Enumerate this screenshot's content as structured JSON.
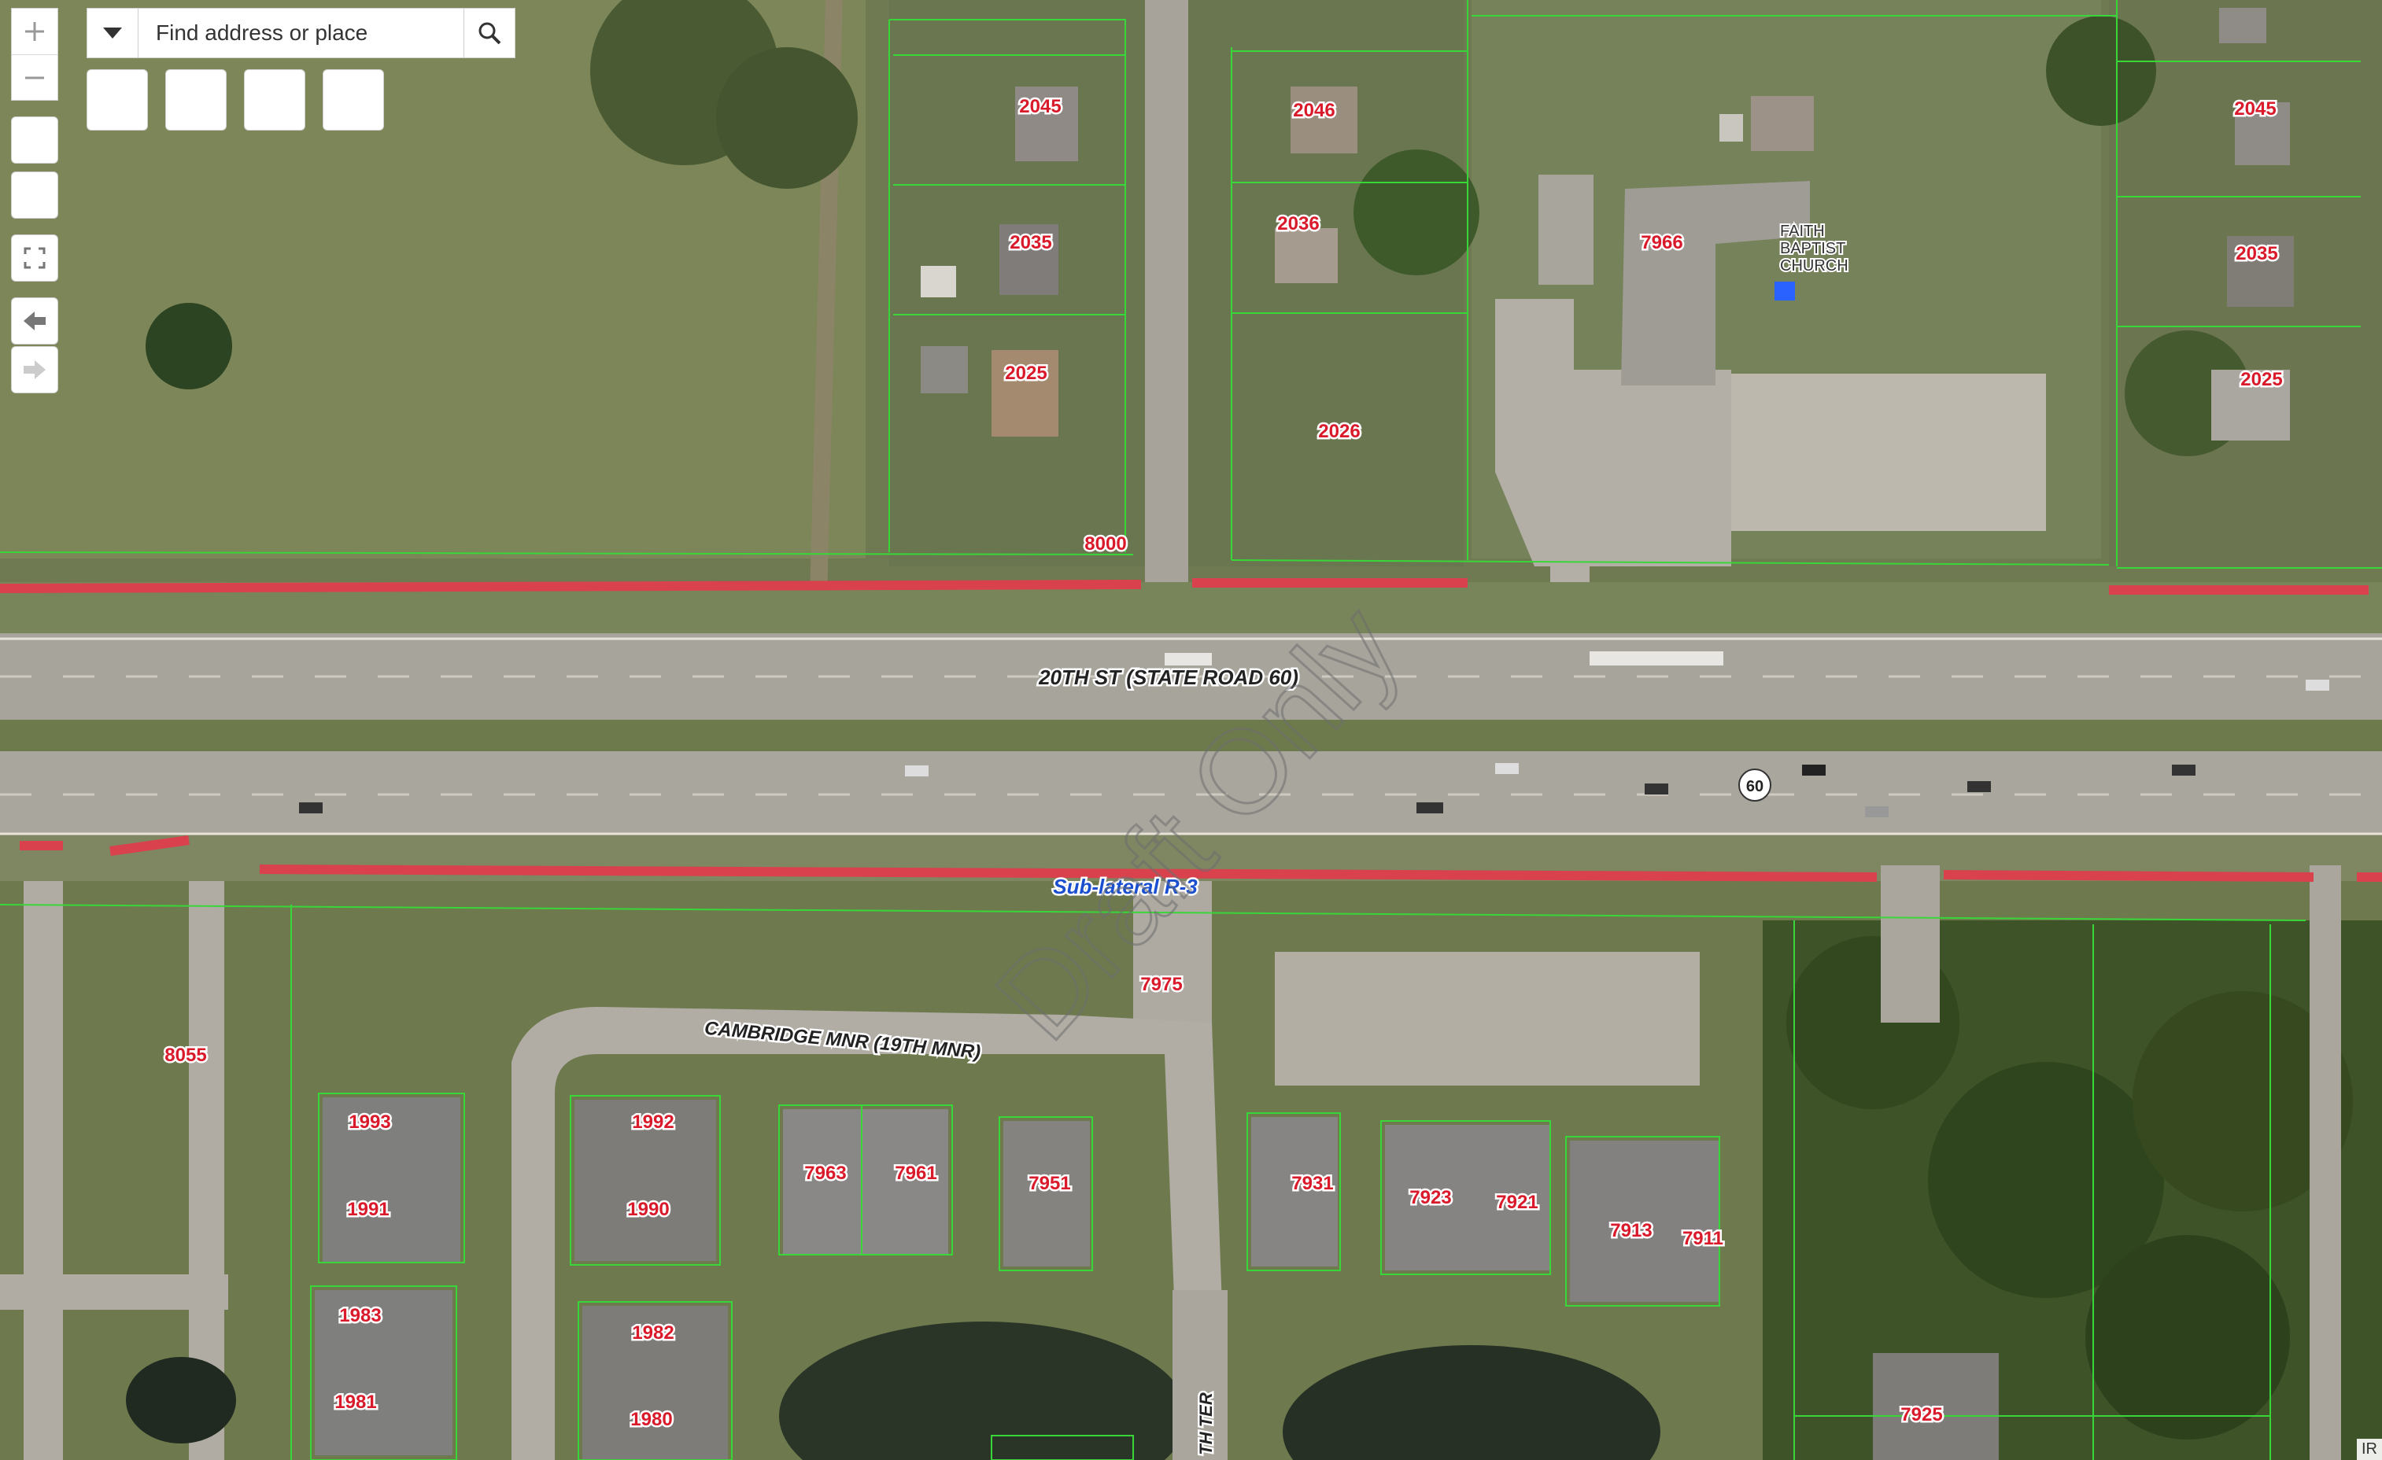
{
  "search": {
    "placeholder": "Find address or place"
  },
  "map": {
    "roads": {
      "main": "20TH ST (STATE ROAD 60)",
      "cambridge": "CAMBRIDGE MNR (19TH MNR)",
      "lateral": "Sub-lateral  R-3",
      "terrace": "TH TER",
      "shield": "60"
    },
    "church": [
      "FAITH",
      "BAPTIST",
      "CHURCH"
    ],
    "watermark": "Draft Only",
    "parcels": [
      "2045",
      "2046",
      "2045",
      "2035",
      "2036",
      "7966",
      "2035",
      "2025",
      "2025",
      "2026",
      "8000",
      "7975",
      "8055",
      "1993",
      "1992",
      "7963",
      "7961",
      "7951",
      "7931",
      "7923",
      "7921",
      "7913",
      "7911",
      "1991",
      "1990",
      "1983",
      "1982",
      "1981",
      "1980",
      "7925"
    ]
  },
  "attribution": "IR",
  "colors": {
    "parcel_line": "#39d639",
    "canal": "#d9424c",
    "label": "#d91a2a",
    "route": "#1a4fcf"
  }
}
